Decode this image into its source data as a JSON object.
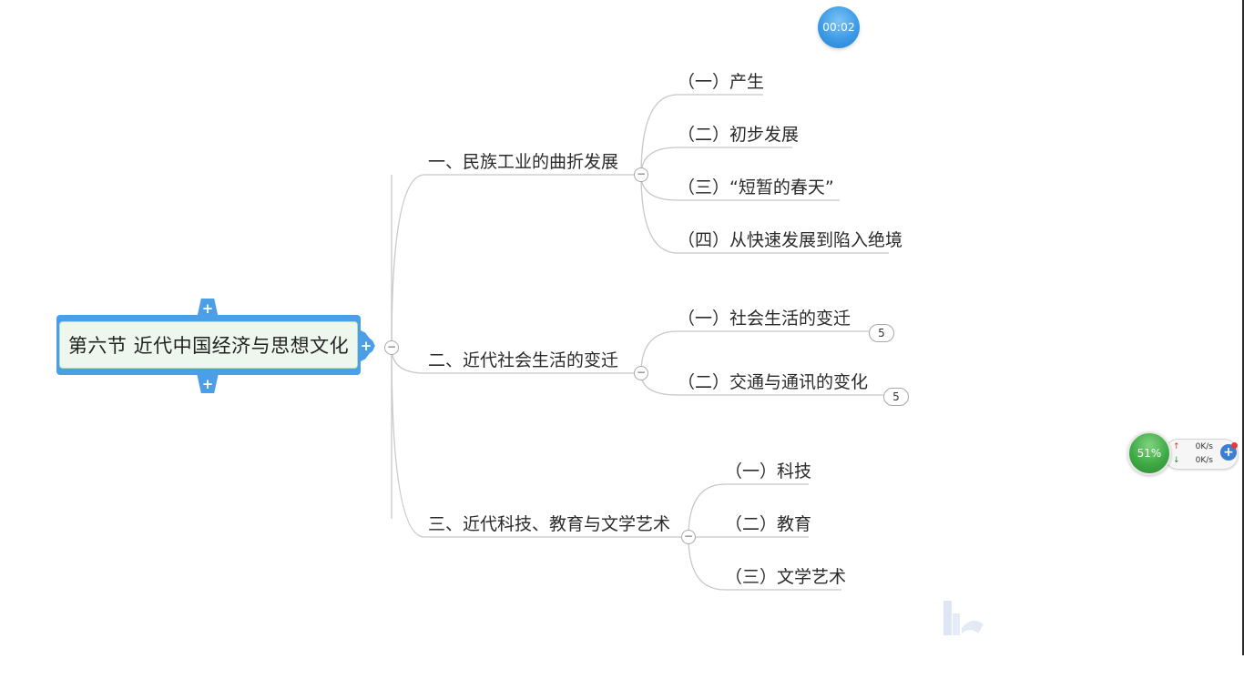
{
  "timer": {
    "label": "00:02"
  },
  "root": {
    "title": "第六节 近代中国经济与思想文化"
  },
  "branches": [
    {
      "label": "一、民族工业的曲折发展",
      "children": [
        "（一）产生",
        "（二）初步发展",
        "（三）“短暂的春天”",
        "（四）从快速发展到陷入绝境"
      ]
    },
    {
      "label": "二、近代社会生活的变迁",
      "children": [
        "（一）社会生活的变迁",
        "（二）交通与通讯的变化"
      ],
      "badges": [
        "5",
        "5"
      ]
    },
    {
      "label": "三、近代科技、教育与文学艺术",
      "children": [
        "（一）科技",
        "（二）教育",
        "（三）文学艺术"
      ]
    }
  ],
  "net_monitor": {
    "percent": "51%",
    "upload": "0K/s",
    "download": "0K/s"
  },
  "colors": {
    "root_border": "#4a9fe6",
    "root_fill": "#eef7ee",
    "connector": "#c8c8c8",
    "timer": "#3d9be6",
    "monitor": "#3faa45"
  }
}
